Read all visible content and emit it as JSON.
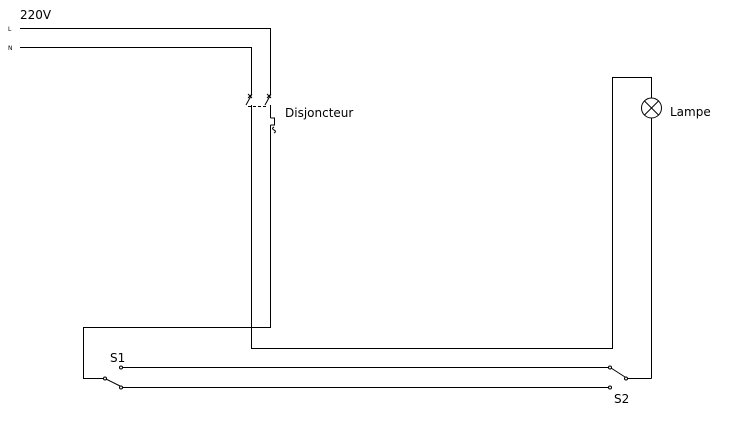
{
  "supply": {
    "voltage": "220V",
    "line_label": "L",
    "neutral_label": "N"
  },
  "components": {
    "breaker_label": "Disjoncteur",
    "lamp_label": "Lampe",
    "switch1_label": "S1",
    "switch2_label": "S2"
  }
}
